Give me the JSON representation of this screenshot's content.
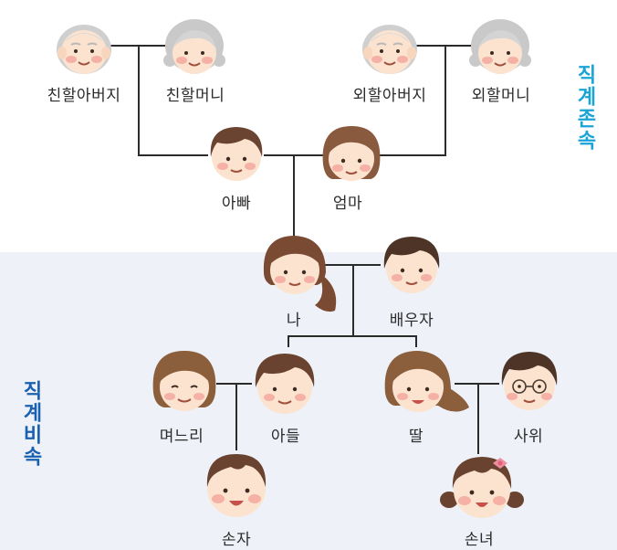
{
  "labels": {
    "paternal_grandfather": "친할아버지",
    "paternal_grandmother": "친할머니",
    "maternal_grandfather": "외할아버지",
    "maternal_grandmother": "외할머니",
    "father": "아빠",
    "mother": "엄마",
    "me": "나",
    "spouse": "배우자",
    "daughter_in_law": "며느리",
    "son": "아들",
    "daughter": "딸",
    "son_in_law": "사위",
    "grandson": "손자",
    "granddaughter": "손녀"
  },
  "side_labels": {
    "ascendants": "직계존속",
    "descendants": "직계비속"
  },
  "colors": {
    "ascendants_label": "#1aa4d6",
    "descendants_label": "#1a60b0",
    "lower_band": "#eef2f8",
    "line": "#2b2b2b"
  }
}
